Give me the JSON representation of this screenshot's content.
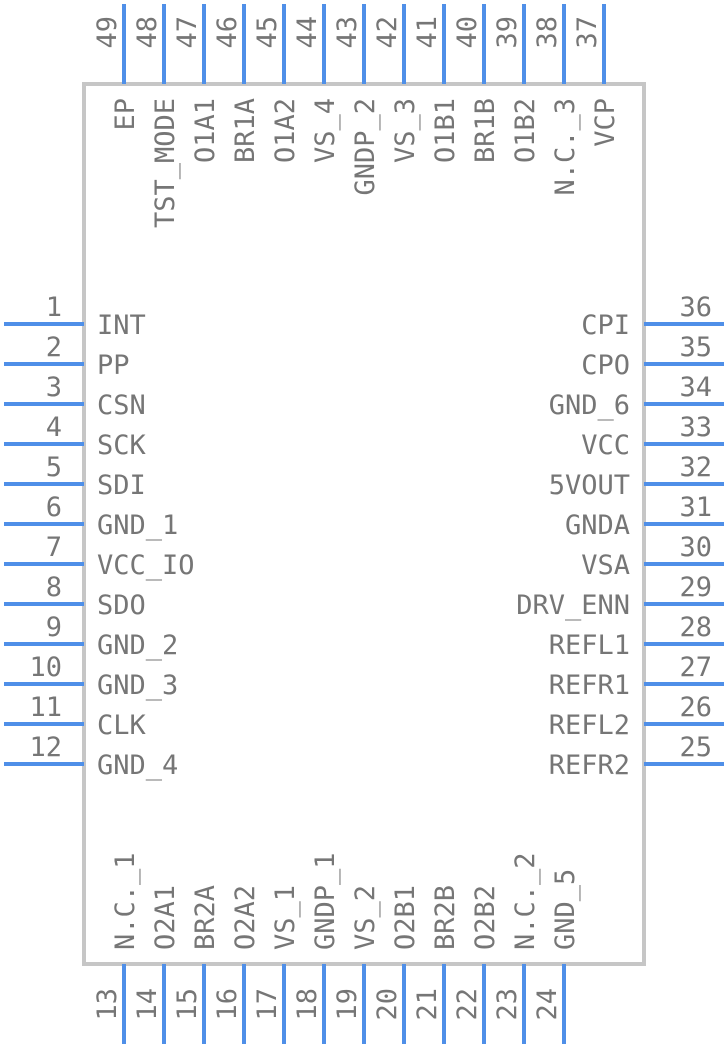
{
  "pins": {
    "left": [
      {
        "num": "1",
        "name": "INT"
      },
      {
        "num": "2",
        "name": "PP"
      },
      {
        "num": "3",
        "name": "CSN"
      },
      {
        "num": "4",
        "name": "SCK"
      },
      {
        "num": "5",
        "name": "SDI"
      },
      {
        "num": "6",
        "name": "GND_1"
      },
      {
        "num": "7",
        "name": "VCC_IO"
      },
      {
        "num": "8",
        "name": "SDO"
      },
      {
        "num": "9",
        "name": "GND_2"
      },
      {
        "num": "10",
        "name": "GND_3"
      },
      {
        "num": "11",
        "name": "CLK"
      },
      {
        "num": "12",
        "name": "GND_4"
      }
    ],
    "right": [
      {
        "num": "36",
        "name": "CPI"
      },
      {
        "num": "35",
        "name": "CPO"
      },
      {
        "num": "34",
        "name": "GND_6"
      },
      {
        "num": "33",
        "name": "VCC"
      },
      {
        "num": "32",
        "name": "5VOUT"
      },
      {
        "num": "31",
        "name": "GNDA"
      },
      {
        "num": "30",
        "name": "VSA"
      },
      {
        "num": "29",
        "name": "DRV_ENN"
      },
      {
        "num": "28",
        "name": "REFL1"
      },
      {
        "num": "27",
        "name": "REFR1"
      },
      {
        "num": "26",
        "name": "REFL2"
      },
      {
        "num": "25",
        "name": "REFR2"
      }
    ],
    "bottom": [
      {
        "num": "13",
        "name": "N.C._1"
      },
      {
        "num": "14",
        "name": "O2A1"
      },
      {
        "num": "15",
        "name": "BR2A"
      },
      {
        "num": "16",
        "name": "O2A2"
      },
      {
        "num": "17",
        "name": "VS_1"
      },
      {
        "num": "18",
        "name": "GNDP_1"
      },
      {
        "num": "19",
        "name": "VS_2"
      },
      {
        "num": "20",
        "name": "O2B1"
      },
      {
        "num": "21",
        "name": "BR2B"
      },
      {
        "num": "22",
        "name": "O2B2"
      },
      {
        "num": "23",
        "name": "N.C._2"
      },
      {
        "num": "24",
        "name": "GND_5"
      }
    ],
    "top": [
      {
        "num": "49",
        "name": "EP"
      },
      {
        "num": "48",
        "name": "TST_MODE"
      },
      {
        "num": "47",
        "name": "O1A1"
      },
      {
        "num": "46",
        "name": "BR1A"
      },
      {
        "num": "45",
        "name": "O1A2"
      },
      {
        "num": "44",
        "name": "VS_4"
      },
      {
        "num": "43",
        "name": "GNDP_2"
      },
      {
        "num": "42",
        "name": "VS_3"
      },
      {
        "num": "41",
        "name": "O1B1"
      },
      {
        "num": "40",
        "name": "BR1B"
      },
      {
        "num": "39",
        "name": "O1B2"
      },
      {
        "num": "38",
        "name": "N.C._3"
      },
      {
        "num": "37",
        "name": "VCP"
      }
    ]
  },
  "colors": {
    "pin": "#4f8fe8",
    "body_outline": "#c6c6c6",
    "text": "#767676"
  }
}
